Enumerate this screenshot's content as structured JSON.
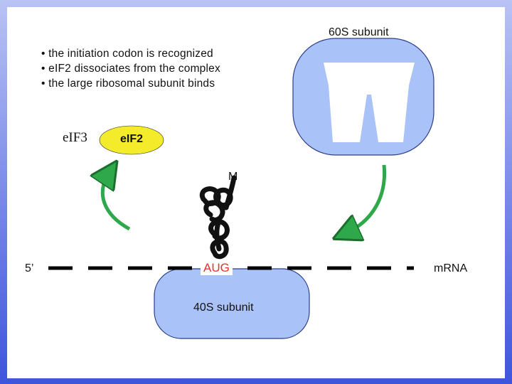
{
  "bullets": [
    "the initiation codon is recognized",
    "eIF2 dissociates from the complex",
    "the large ribosomal subunit binds"
  ],
  "labels": {
    "subunit60": "60S subunit",
    "subunit40": "40S subunit",
    "eif3": "eIF3",
    "eif2": "eIF2",
    "methionine": "M",
    "aug": "AUG",
    "five_prime": "5’",
    "mrna": "mRNA"
  },
  "colors": {
    "subunit_fill": "#a9c2f8",
    "eif2_fill": "#f4ec2a",
    "arrow_green": "#2ea84a",
    "aug_red": "#e0342c",
    "frame_blue": "#5a6fe2"
  }
}
